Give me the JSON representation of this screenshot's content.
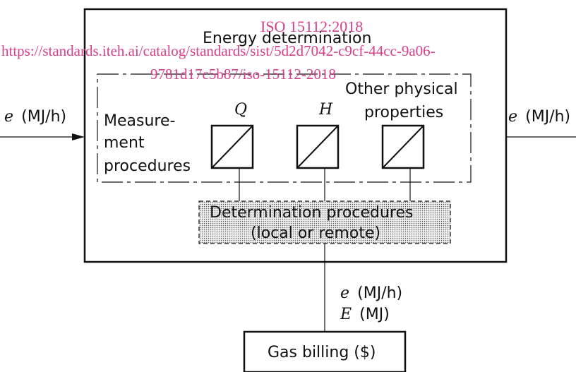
{
  "diagram": {
    "main_title": "Energy determination",
    "input_label": {
      "symbol": "e",
      "unit": "(MJ/h)"
    },
    "output_label": {
      "symbol": "e",
      "unit": "(MJ/h)"
    },
    "measurement_label": [
      "Measure-",
      "ment",
      "procedures"
    ],
    "transducers": [
      {
        "label": "Q",
        "italic": true
      },
      {
        "label": "H",
        "italic": true
      },
      {
        "label_lines": [
          "Other physical",
          "properties"
        ],
        "italic": false
      }
    ],
    "determination_label": [
      "Determination procedures",
      "(local or remote)"
    ],
    "bottom_flow": [
      {
        "symbol": "e",
        "unit": "(MJ/h)"
      },
      {
        "symbol": "E",
        "unit": "(MJ)"
      }
    ],
    "billing_label": "Gas billing ($)"
  },
  "watermark": {
    "title": "ISO 15112:2018",
    "line1": "https://standards.iteh.ai/catalog/standards/sist/5d2d7042-c9cf-44cc-9a06-",
    "line2": "9781d17c5b87/iso-15112-2018",
    "color": "#d6408b"
  }
}
